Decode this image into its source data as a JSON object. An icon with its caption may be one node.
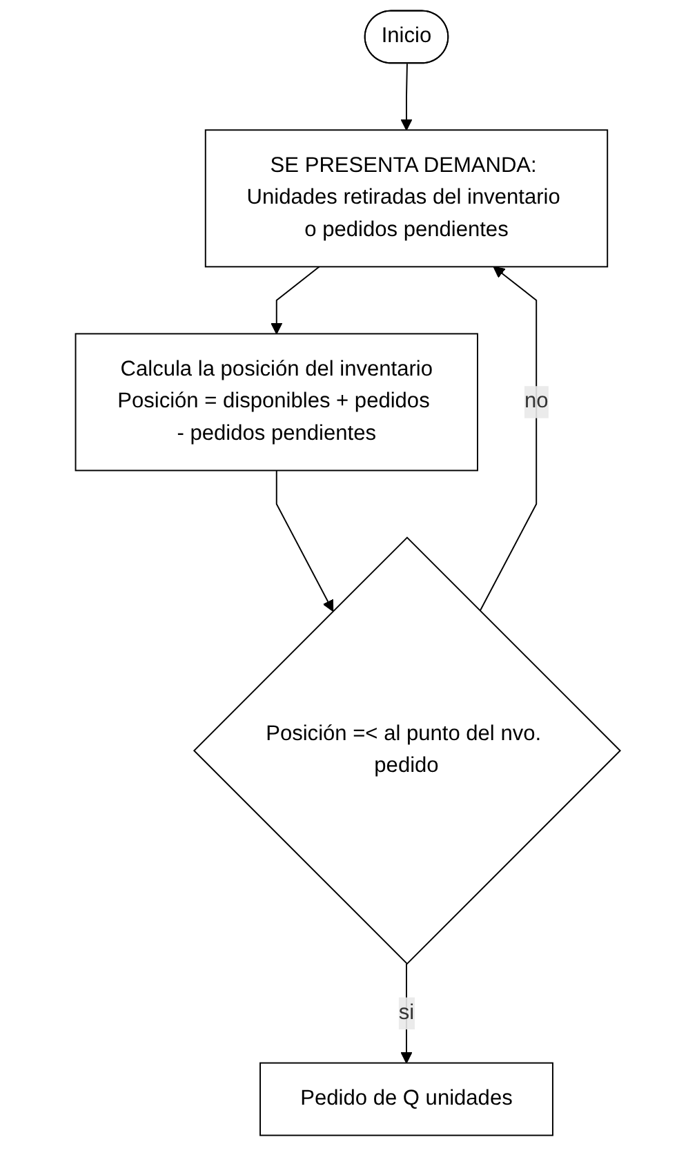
{
  "diagram": {
    "nodes": [
      {
        "text": [
          "Inicio"
        ]
      },
      {
        "text": [
          "SE PRESENTA DEMANDA: Unidades retiradas del inventario o pedidos pendientes"
        ]
      },
      {
        "text": [
          "Calcula la posición del inventario",
          "Posición = disponibles + pedidos - pedidos pendientes"
        ]
      },
      {
        "text": [
          "Posición =< al punto del nvo. pedido"
        ]
      },
      {
        "text": [
          "Pedido de Q unidades"
        ]
      }
    ],
    "edges": [
      {
        "from": 0,
        "to": 1,
        "arrow": "to"
      },
      {
        "from": 1,
        "to": 2,
        "arrow": "to"
      },
      {
        "from": 2,
        "to": 3,
        "arrow": "to"
      },
      {
        "from": 3,
        "to": 1,
        "arrow": "to",
        "label": "no"
      },
      {
        "from": 3,
        "to": 4,
        "arrow": "to",
        "label": "si"
      }
    ]
  }
}
